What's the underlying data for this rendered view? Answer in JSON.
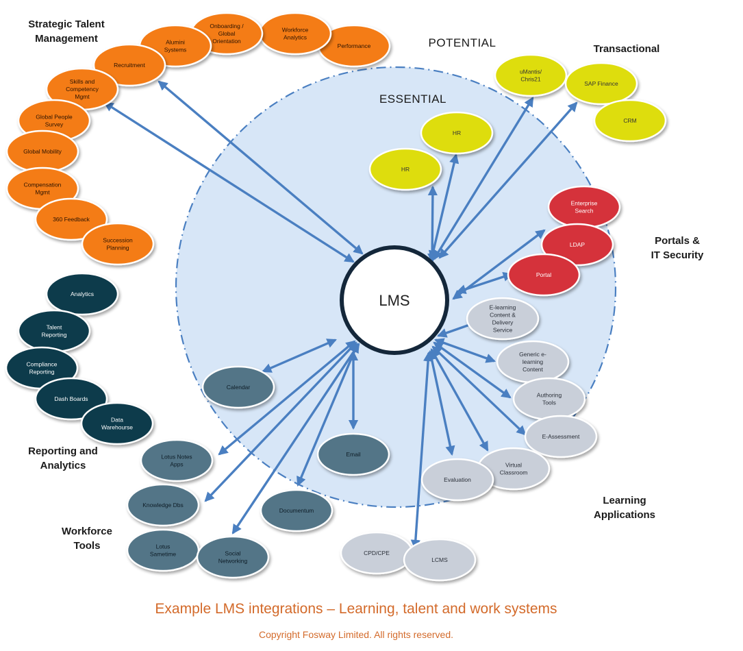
{
  "zones": {
    "potential": "POTENTIAL",
    "essential": "ESSENTIAL",
    "center": "LMS"
  },
  "group_labels": {
    "strategic_talent": [
      "Strategic Talent",
      "Management"
    ],
    "transactional": [
      "Transactional"
    ],
    "portals": [
      "Portals &",
      "IT Security"
    ],
    "reporting": [
      "Reporting and",
      "Analytics"
    ],
    "workforce": [
      "Workforce",
      "Tools"
    ],
    "learning": [
      "Learning",
      "Applications"
    ]
  },
  "colors": {
    "talent": "#f47b16",
    "transactional": "#dedd0c",
    "security": "#d5303a",
    "reporting": "#0f3b4b",
    "workforce": "#527487",
    "learning": "#c9cfd9",
    "arrow": "#4a7fc1",
    "essential_fill": "#d7e6f7",
    "essential_border": "#4a7fc1",
    "caption": "#d36a2a"
  },
  "nodes": {
    "performance": {
      "lines": [
        "Performance"
      ],
      "category": "talent"
    },
    "workforce_analytics": {
      "lines": [
        "Workforce",
        "Analytics"
      ],
      "category": "talent"
    },
    "onboarding": {
      "lines": [
        "Onboarding /",
        "Global",
        "Orientation"
      ],
      "category": "talent"
    },
    "alumni": {
      "lines": [
        "Alumini",
        "Systems"
      ],
      "category": "talent"
    },
    "recruitment": {
      "lines": [
        "Recruitment"
      ],
      "category": "talent"
    },
    "skills": {
      "lines": [
        "Skills and",
        "Competency",
        "Mgmt"
      ],
      "category": "talent"
    },
    "people_survey": {
      "lines": [
        "Global People",
        "Survey"
      ],
      "category": "talent"
    },
    "global_mobility": {
      "lines": [
        "Global Mobility"
      ],
      "category": "talent"
    },
    "compensation": {
      "lines": [
        "Compensation",
        "Mgmt"
      ],
      "category": "talent"
    },
    "feedback360": {
      "lines": [
        "360 Feedback"
      ],
      "category": "talent"
    },
    "succession": {
      "lines": [
        "Succession",
        "Planning"
      ],
      "category": "talent"
    },
    "umantis": {
      "lines": [
        "uMantis/",
        "Chris21"
      ],
      "category": "transactional"
    },
    "sap_finance": {
      "lines": [
        "SAP Finance"
      ],
      "category": "transactional"
    },
    "crm": {
      "lines": [
        "CRM"
      ],
      "category": "transactional"
    },
    "hr_top": {
      "lines": [
        "HR"
      ],
      "category": "transactional"
    },
    "hr_left": {
      "lines": [
        "HR"
      ],
      "category": "transactional"
    },
    "enterprise_search": {
      "lines": [
        "Enterprise",
        "Search"
      ],
      "category": "security"
    },
    "ldap": {
      "lines": [
        "LDAP"
      ],
      "category": "security"
    },
    "portal": {
      "lines": [
        "Portal"
      ],
      "category": "security"
    },
    "analytics": {
      "lines": [
        "Analytics"
      ],
      "category": "reporting"
    },
    "talent_reporting": {
      "lines": [
        "Talent",
        "Reporting"
      ],
      "category": "reporting"
    },
    "compliance_reporting": {
      "lines": [
        "Compliance",
        "Reporting"
      ],
      "category": "reporting"
    },
    "dash_boards": {
      "lines": [
        "Dash Boards"
      ],
      "category": "reporting"
    },
    "data_warehouse": {
      "lines": [
        "Data",
        "Warehourse"
      ],
      "category": "reporting"
    },
    "calendar": {
      "lines": [
        "Calendar"
      ],
      "category": "workforce"
    },
    "email": {
      "lines": [
        "Email"
      ],
      "category": "workforce"
    },
    "lotus_notes": {
      "lines": [
        "Lotus Notes",
        "Apps"
      ],
      "category": "workforce"
    },
    "knowledge_dbs": {
      "lines": [
        "Knowledge Dbs"
      ],
      "category": "workforce"
    },
    "documentum": {
      "lines": [
        "Documentum"
      ],
      "category": "workforce"
    },
    "lotus_sametime": {
      "lines": [
        "Lotus",
        "Sametime"
      ],
      "category": "workforce"
    },
    "social_networking": {
      "lines": [
        "Social",
        "Networking"
      ],
      "category": "workforce"
    },
    "elearning_content": {
      "lines": [
        "E-learning",
        "Content &",
        "Delivery",
        "Service"
      ],
      "category": "learning"
    },
    "generic_elearning": {
      "lines": [
        "Generic e-",
        "learning",
        "Content"
      ],
      "category": "learning"
    },
    "authoring_tools": {
      "lines": [
        "Authoring",
        "Tools"
      ],
      "category": "learning"
    },
    "e_assessment": {
      "lines": [
        "E-Assessment"
      ],
      "category": "learning"
    },
    "virtual_classroom": {
      "lines": [
        "Virtual",
        "Classroom"
      ],
      "category": "learning"
    },
    "evaluation": {
      "lines": [
        "Evaluation"
      ],
      "category": "learning"
    },
    "cpd_cpe": {
      "lines": [
        "CPD/CPE"
      ],
      "category": "learning"
    },
    "lcms": {
      "lines": [
        "LCMS"
      ],
      "category": "learning"
    }
  },
  "caption": {
    "main": "Example LMS integrations – Learning, talent and work systems",
    "copyright": "Copyright Fosway Limited. All rights reserved."
  }
}
